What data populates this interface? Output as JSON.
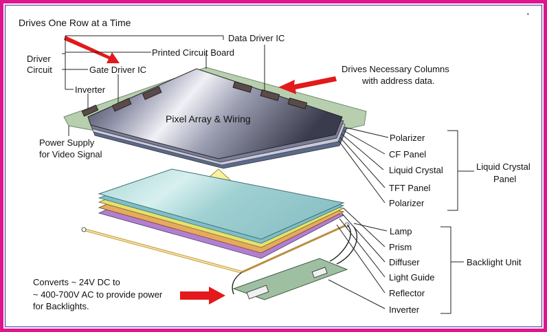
{
  "annotations": {
    "drives_row": "Drives One Row at a Time",
    "data_driver_ic": "Data Driver IC",
    "driver_circuit_line1": "Driver",
    "driver_circuit_line2": "Circuit",
    "printed_circuit_board": "Printed Circuit Board",
    "gate_driver_ic": "Gate Driver IC",
    "inverter_top": "Inverter",
    "drives_columns_line1": "Drives Necessary Columns",
    "drives_columns_line2": "with address data.",
    "pixel_array": "Pixel Array & Wiring",
    "power_supply_line1": "Power Supply",
    "power_supply_line2": "for Video Signal",
    "converts_line1": "Converts ~ 24V DC to",
    "converts_line2": "~ 400-700V AC to provide power",
    "converts_line3": "for Backlights.",
    "star_mark": "'"
  },
  "liquid_crystal_panel": {
    "group_label_line1": "Liquid Crystal",
    "group_label_line2": "Panel",
    "layers": [
      "Polarizer",
      "CF Panel",
      "Liquid Crystal",
      "TFT Panel",
      "Polarizer"
    ]
  },
  "backlight_unit": {
    "group_label": "Backlight Unit",
    "layers": [
      "Lamp",
      "Prism",
      "Diffuser",
      "Light Guide",
      "Reflector",
      "Inverter"
    ]
  },
  "colors": {
    "frame_border": "#e0148c",
    "arrow_red": "#e3191b",
    "arrow_yellow": "#f6e96a",
    "pcb_green": "#a8c9a0"
  }
}
